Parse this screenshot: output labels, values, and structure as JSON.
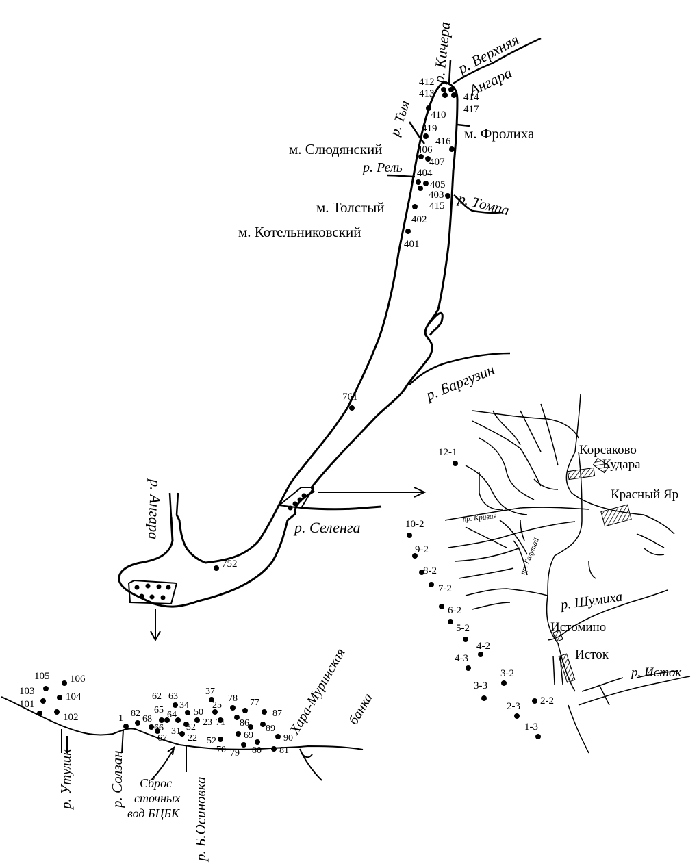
{
  "rivers": {
    "kichera": "р. Кичера",
    "verkhnyaya": "р. Верхняя",
    "angara_upper": "Ангара",
    "tyya": "р. Тыя",
    "rel": "р. Рель",
    "tompa": "р. Томпа",
    "barguzin": "р. Баргузин",
    "angara": "р. Ангара",
    "selenga": "р. Селенга",
    "utulik": "р. Утулик",
    "solzan": "р. Солзан",
    "b_osinovka": "р. Б.Осиновка",
    "shumikha": "р. Шумиха",
    "istok": "р. Исток",
    "pr_krivaya": "пр. Кривая",
    "pr_galutay": "пр. Галутай"
  },
  "capes": {
    "frolikha": "м. Фролиха",
    "slyudyansky": "м. Слюдянский",
    "tolsty": "м. Толстый",
    "kotelnikovsky": "м. Котельниковский"
  },
  "places": {
    "korsakovo": "Корсаково",
    "kudara": "Кудара",
    "krasny_yar": "Красный Яр",
    "istomino": "Истомино",
    "istok": "Исток",
    "khara_murinskaya_1": "Хара-Муринская",
    "khara_murinskaya_2": "банка"
  },
  "discharge": {
    "line1": "Сброс",
    "line2": "сточных",
    "line3": "вод БЦБК"
  },
  "stations_north": [
    "412",
    "413",
    "414",
    "417",
    "410",
    "419",
    "416",
    "406",
    "407",
    "404",
    "405",
    "403",
    "415",
    "402",
    "401"
  ],
  "stations_central": [
    "761",
    "752"
  ],
  "stations_south": [
    "105",
    "106",
    "103",
    "104",
    "101",
    "102",
    "1",
    "82",
    "68",
    "66",
    "67",
    "65",
    "64",
    "62",
    "63",
    "34",
    "50",
    "31",
    "32",
    "22",
    "23",
    "37",
    "25",
    "71",
    "52",
    "70",
    "79",
    "78",
    "77",
    "86",
    "69",
    "80",
    "87",
    "89",
    "90",
    "81"
  ],
  "stations_selenga": [
    "12-1",
    "10-2",
    "9-2",
    "8-2",
    "7-2",
    "6-2",
    "5-2",
    "4-2",
    "4-3",
    "3-2",
    "3-3",
    "2-3",
    "2-2",
    "1-3"
  ]
}
